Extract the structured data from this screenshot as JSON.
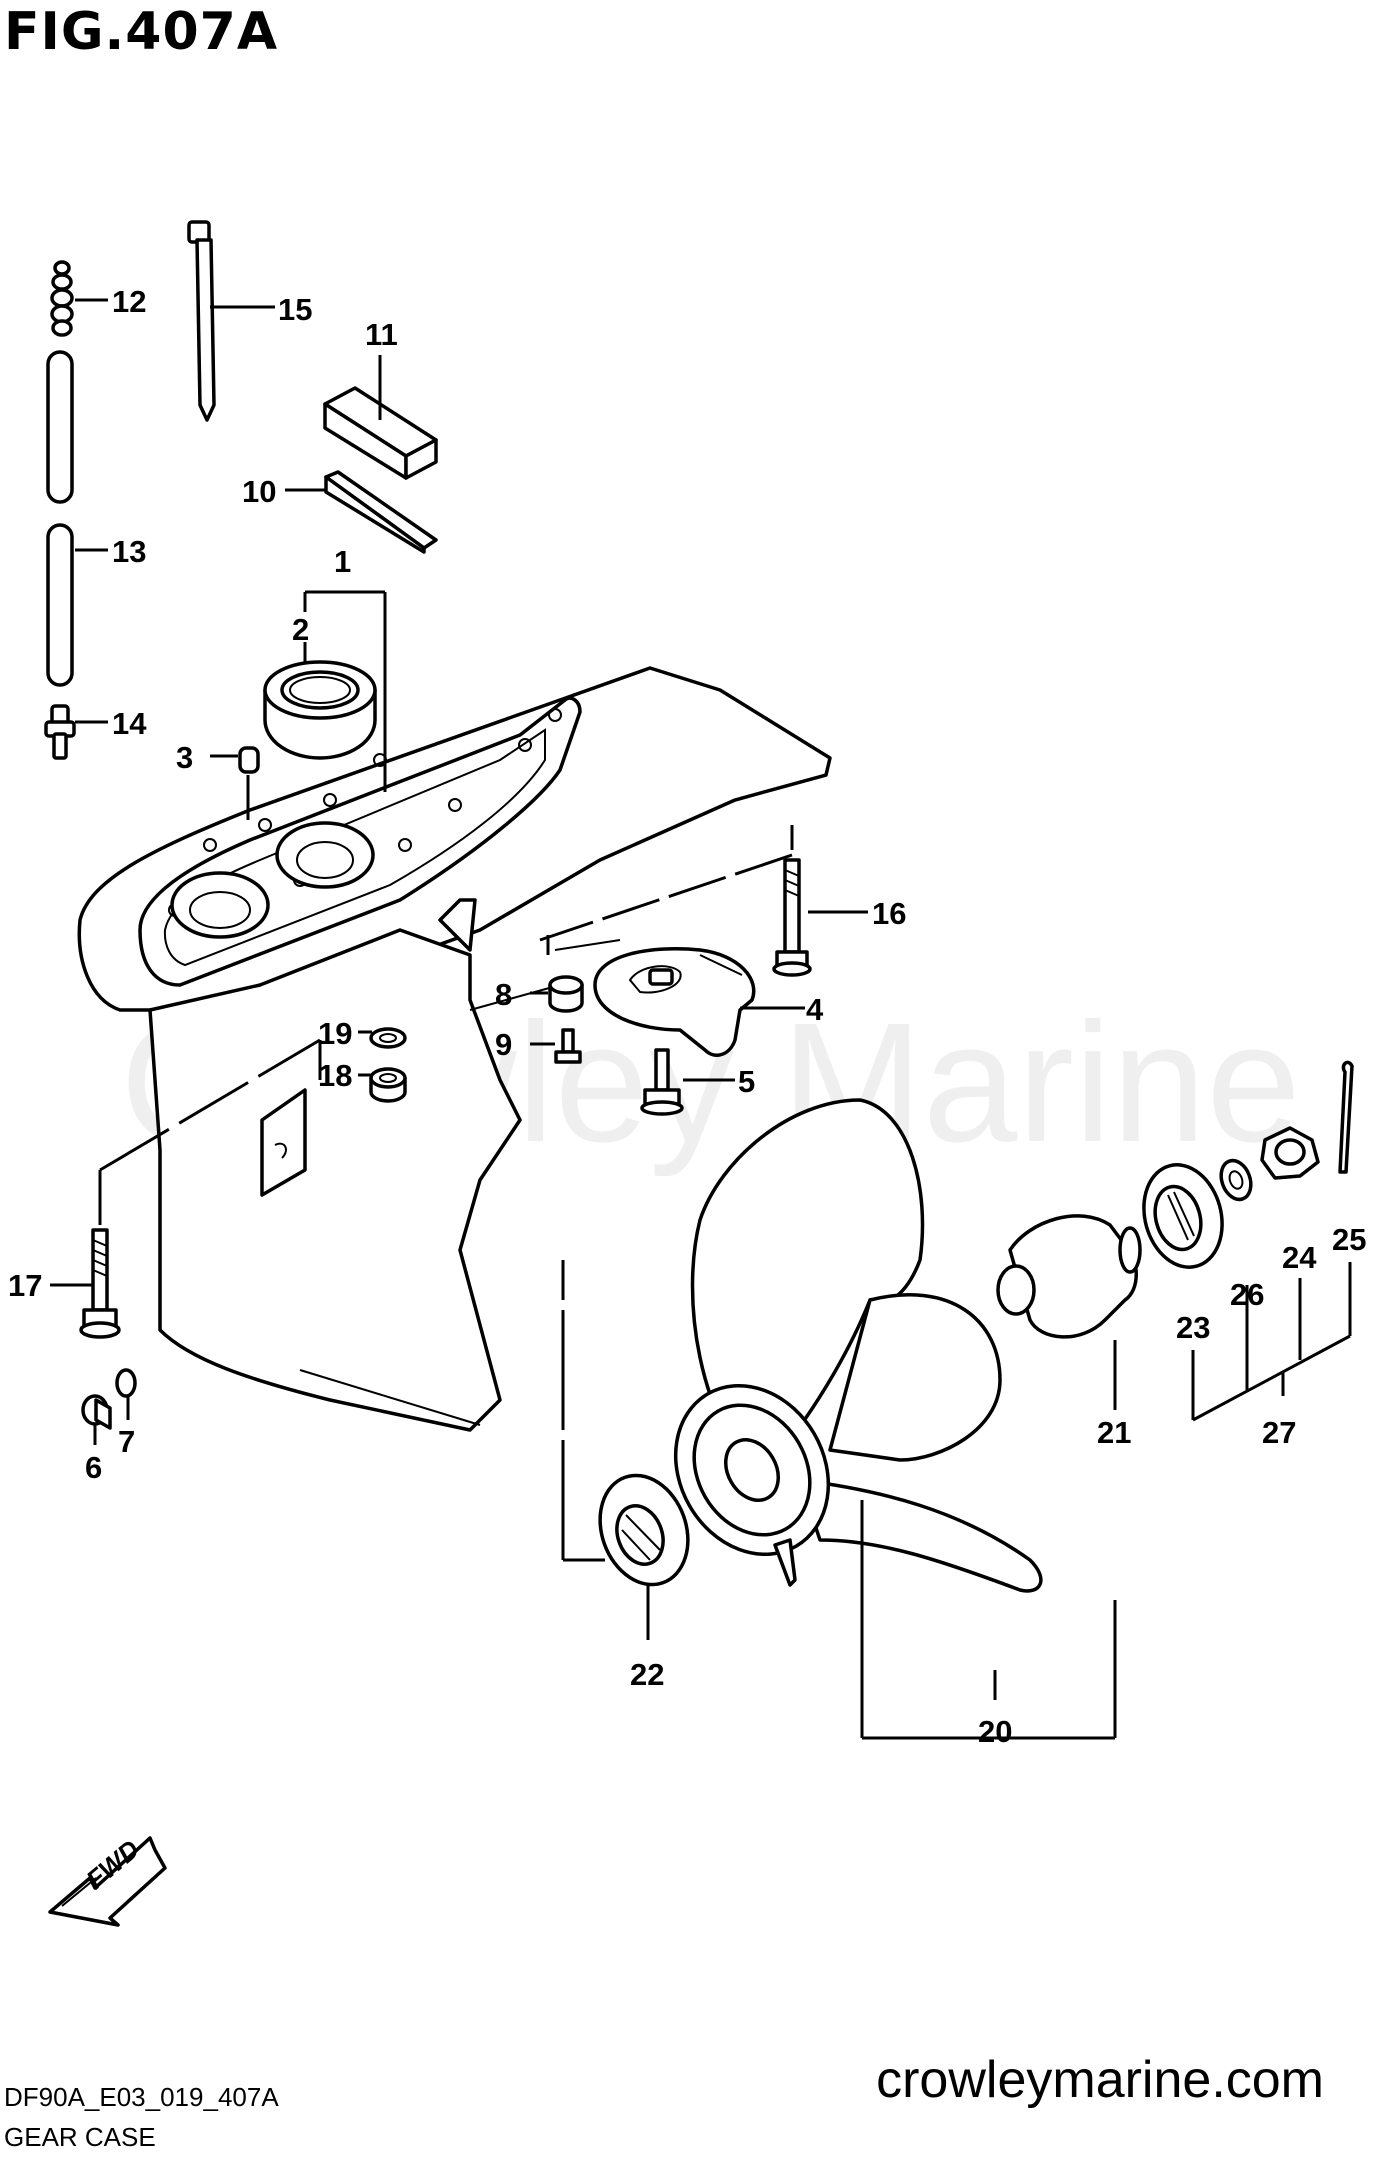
{
  "figure_title": "FIG.407A",
  "watermark": "Crowley Marine",
  "website": "crowleymarine.com",
  "diagram_code": "DF90A_E03_019_407A",
  "caption": "GEAR CASE",
  "fwd_label": "FWD",
  "callouts": [
    "1",
    "2",
    "3",
    "4",
    "5",
    "6",
    "7",
    "8",
    "9",
    "10",
    "11",
    "12",
    "13",
    "14",
    "15",
    "16",
    "17",
    "18",
    "19",
    "20",
    "21",
    "22",
    "23",
    "24",
    "25",
    "26",
    "27"
  ]
}
